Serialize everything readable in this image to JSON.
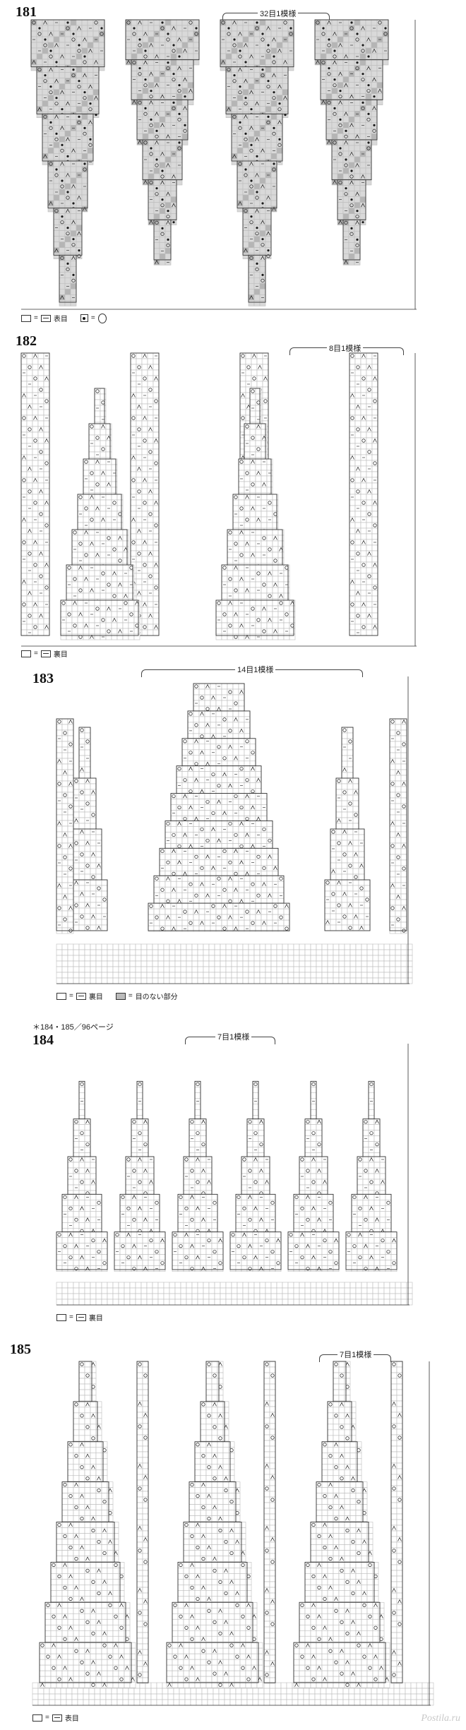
{
  "charts": [
    {
      "number": "181",
      "repeat_label": "32目1模様",
      "legend": [
        {
          "symbol": "blank",
          "equals": "dash",
          "text": "表目"
        },
        {
          "symbol": "dot-box",
          "equals": "circle",
          "text": ""
        }
      ]
    },
    {
      "number": "182",
      "repeat_label": "8目1模様",
      "legend": [
        {
          "symbol": "blank",
          "equals": "dash",
          "text": "裏目"
        }
      ]
    },
    {
      "number": "183",
      "repeat_label": "14目1模様",
      "legend": [
        {
          "symbol": "blank",
          "equals": "dash",
          "text": "裏目"
        },
        {
          "symbol": "gray",
          "equals": "",
          "text": "目のない部分"
        }
      ]
    },
    {
      "number": "184",
      "repeat_label": "7目1模様",
      "legend": [
        {
          "symbol": "blank",
          "equals": "dash",
          "text": "裏目"
        }
      ]
    },
    {
      "number": "185",
      "repeat_label": "7目1模様",
      "legend": [
        {
          "symbol": "blank",
          "equals": "dash",
          "text": "表目"
        }
      ]
    }
  ],
  "page_reference": "＊184・185／96ページ",
  "watermark": "Postila.ru",
  "colors": {
    "grid": "#bdbdbd",
    "shade": "#b5b5b5",
    "ink": "#1a1a1a"
  }
}
